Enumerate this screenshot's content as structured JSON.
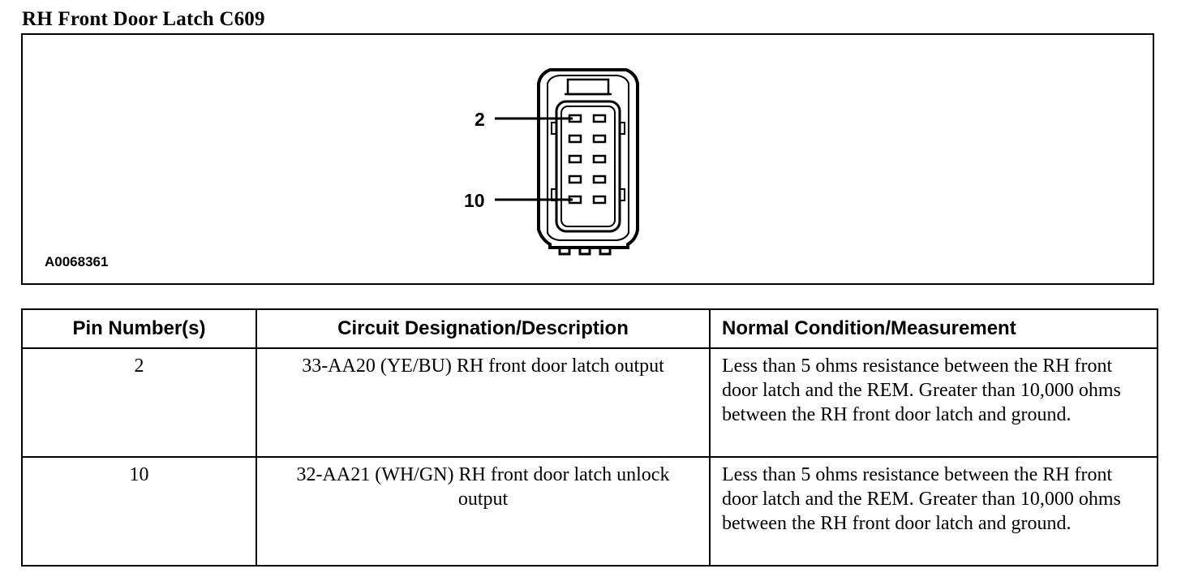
{
  "title": "RH Front Door Latch C609",
  "figure": {
    "pin_labels": [
      "2",
      "10"
    ],
    "figure_id": "A0068361"
  },
  "table": {
    "headers": [
      "Pin Number(s)",
      "Circuit Designation/Description",
      "Normal Condition/Measurement"
    ],
    "rows": [
      {
        "pin": "2",
        "description": "33-AA20 (YE/BU) RH front door latch output",
        "measurement": "Less than 5 ohms resistance between the RH front door latch and the REM. Greater than 10,000 ohms between the RH front door latch and ground."
      },
      {
        "pin": "10",
        "description": "32-AA21 (WH/GN) RH front door latch unlock output",
        "measurement": "Less than 5 ohms resistance between the RH front door latch and the REM. Greater than 10,000 ohms between the RH front door latch and ground."
      }
    ]
  }
}
